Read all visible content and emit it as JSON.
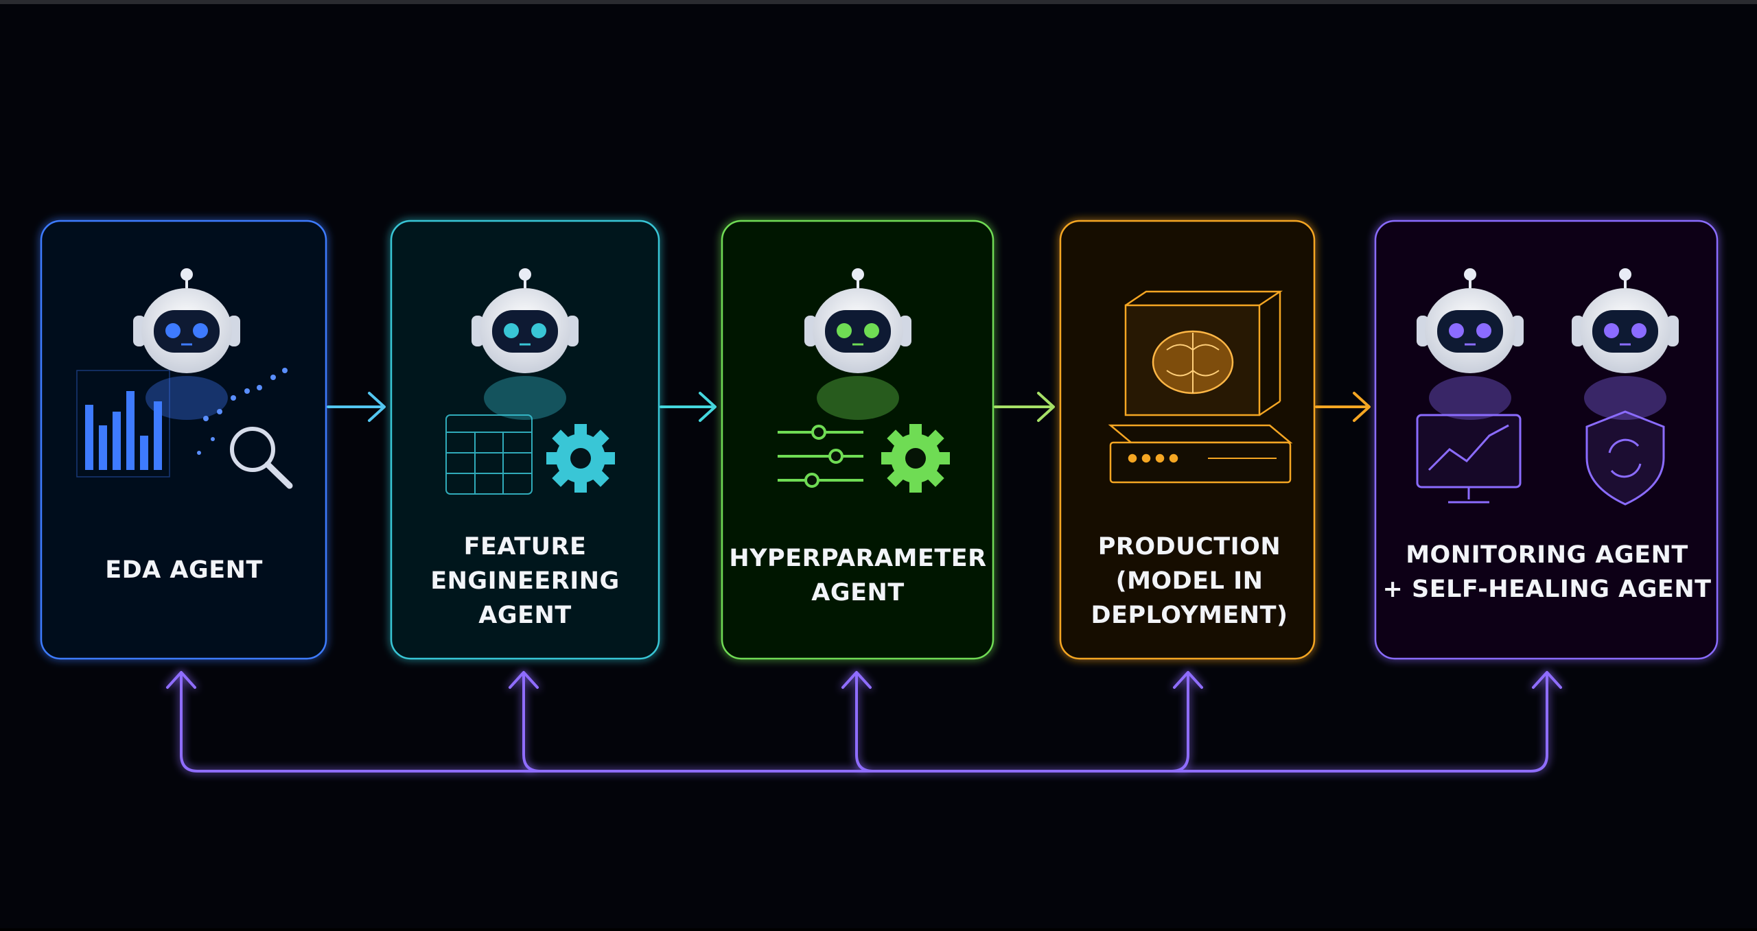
{
  "cards": [
    {
      "lines": [
        "EDA AGENT"
      ],
      "color": "#3e7bff",
      "icons": [
        "robot-icon",
        "bar-chart-icon",
        "magnifier-icon"
      ]
    },
    {
      "lines": [
        "FEATURE",
        "ENGINEERING",
        "AGENT"
      ],
      "color": "#39c6d6",
      "icons": [
        "robot-icon",
        "table-grid-icon",
        "gear-icon"
      ]
    },
    {
      "lines": [
        "HYPERPARAMETER",
        "AGENT"
      ],
      "color": "#6fdc54",
      "icons": [
        "robot-icon",
        "sliders-icon",
        "gear-icon"
      ]
    },
    {
      "lines": [
        "PRODUCTION",
        "(MODEL IN",
        "DEPLOYMENT)"
      ],
      "color": "#f5a623",
      "icons": [
        "brain-cube-icon",
        "server-icon"
      ]
    },
    {
      "lines": [
        "MONITORING AGENT",
        "+ SELF-HEALING AGENT"
      ],
      "color": "#8b6cff",
      "icons": [
        "robot-icon",
        "robot-icon",
        "line-chart-monitor-icon",
        "shield-sync-icon"
      ]
    }
  ],
  "colors": {
    "background": "#03040a",
    "feedback": "#8f6dff"
  }
}
